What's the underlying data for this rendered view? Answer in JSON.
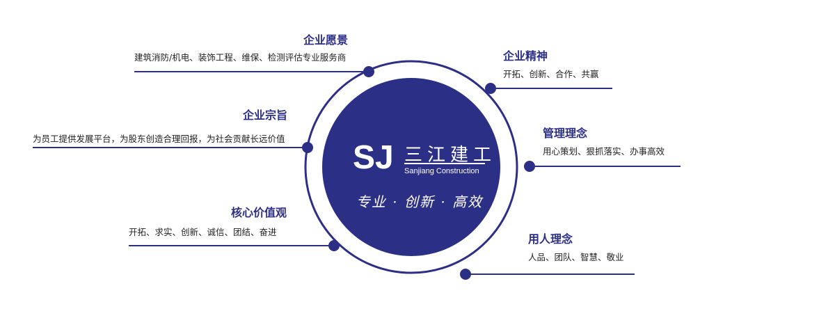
{
  "colors": {
    "primary": "#2c2f86",
    "text": "#222222",
    "background": "#ffffff"
  },
  "center": {
    "brand_name": "三江建工",
    "brand_english": "Sanjiang Construction",
    "slogan": "专业 · 创新 · 高效",
    "logo_letters": "SJ"
  },
  "items": {
    "vision": {
      "title": "企业愿景",
      "text": "建筑消防/机电、装饰工程、维保、检测评估专业服务商"
    },
    "purpose": {
      "title": "企业宗旨",
      "text": "为员工提供发展平台，为股东创造合理回报，为社会贡献长远价值"
    },
    "values": {
      "title": "核心价值观",
      "text": "开拓、求实、创新、诚信、团结、奋进"
    },
    "spirit": {
      "title": "企业精神",
      "text": "开拓、创新、合作、共赢"
    },
    "management": {
      "title": "管理理念",
      "text": "用心策划、狠抓落实、办事高效"
    },
    "talent": {
      "title": "用人理念",
      "text": "人品、团队、智慧、敬业"
    }
  }
}
